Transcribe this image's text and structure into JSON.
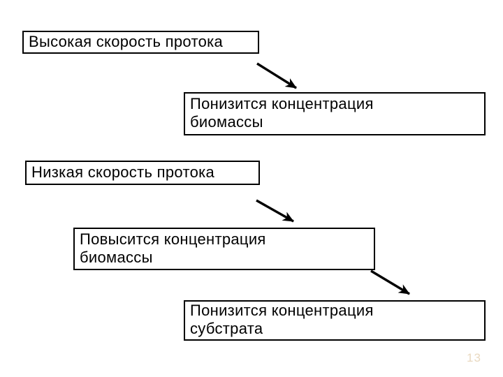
{
  "slide": {
    "boxes": [
      {
        "id": "high-flow-rate",
        "label": "Высокая скорость протока"
      },
      {
        "id": "biomass-concentration-decrease",
        "label": "Понизится концентрация\nбиомассы"
      },
      {
        "id": "low-flow-rate",
        "label": "Низкая скорость протока"
      },
      {
        "id": "biomass-concentration-increase",
        "label": "Повысится концентрация\nбиомассы"
      },
      {
        "id": "substrate-concentration-decrease",
        "label": "Понизится концентрация\nсубстрата"
      }
    ],
    "page_number": "13",
    "colors": {
      "background": "#ffffff",
      "box_border": "#000000",
      "box_fill": "#ffffff",
      "text": "#000000",
      "arrow": "#000000",
      "page_number": "#e9d9c0"
    }
  }
}
